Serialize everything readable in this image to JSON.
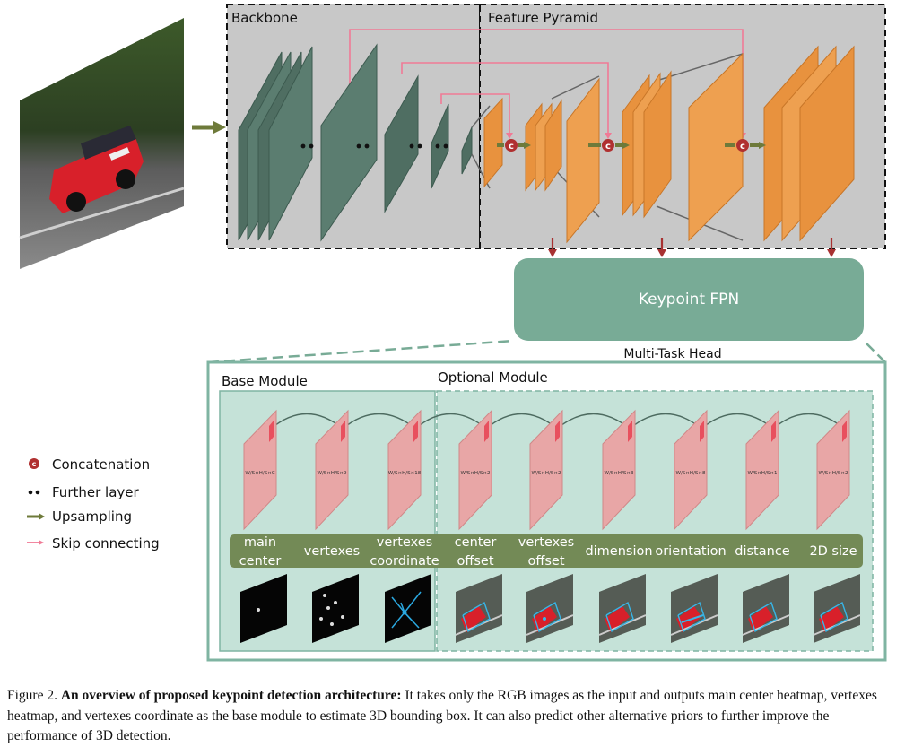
{
  "backbone_label": "Backbone",
  "pyramid_label": "Feature Pyramid",
  "keypoint_fpn_label": "Keypoint FPN",
  "multitask_label": "Multi-Task Head",
  "base_module_label": "Base Module",
  "optional_module_label": "Optional Module",
  "concat_symbol": "c",
  "legend": {
    "concatenation": "Concatenation",
    "further_layer": "Further layer",
    "upsampling": "Upsampling",
    "skip": "Skip connecting"
  },
  "heads": [
    {
      "line1": "main",
      "line2": "center",
      "formula_tail": "×C"
    },
    {
      "line1": "vertexes",
      "line2": "",
      "formula_tail": "×9"
    },
    {
      "line1": "vertexes",
      "line2": "coordinate",
      "formula_tail": "×18"
    },
    {
      "line1": "center",
      "line2": "offset",
      "formula_tail": "×2"
    },
    {
      "line1": "vertexes",
      "line2": "offset",
      "formula_tail": "×2"
    },
    {
      "line1": "dimension",
      "line2": "",
      "formula_tail": "×3"
    },
    {
      "line1": "orientation",
      "line2": "",
      "formula_tail": "×8"
    },
    {
      "line1": "distance",
      "line2": "",
      "formula_tail": "×1"
    },
    {
      "line1": "2D size",
      "line2": "",
      "formula_tail": "×2"
    }
  ],
  "formula_head": "W/S×H/S",
  "caption": {
    "prefix": "Figure 2. ",
    "bold": "An overview of proposed keypoint detection architecture:",
    "rest": " It takes only the RGB images as the input and outputs main center heatmap, vertexes heatmap, and vertexes coordinate as the base module to estimate 3D bounding box. It can also predict other alternative priors to further improve the performance of 3D detection."
  }
}
